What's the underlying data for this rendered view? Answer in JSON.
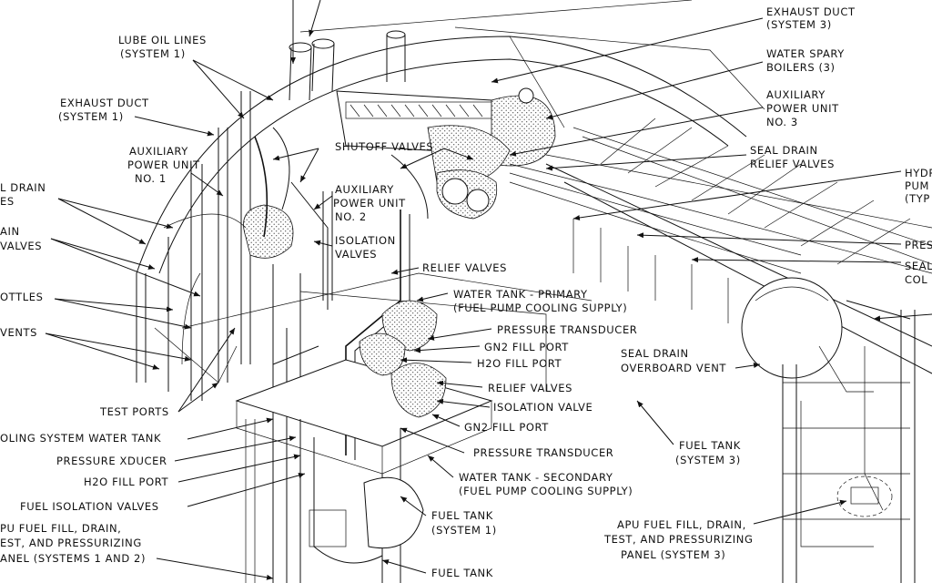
{
  "labels": {
    "lube_oil_lines": [
      "LUBE OIL LINES",
      "(SYSTEM 1)"
    ],
    "exhaust_duct_1": [
      "EXHAUST DUCT",
      "(SYSTEM 1)"
    ],
    "apu_1": [
      "AUXILIARY",
      "POWER UNIT",
      "NO. 1"
    ],
    "fuel_drain_lines_partial": [
      "L DRAIN",
      "ES"
    ],
    "drain_valves_partial": [
      "AIN",
      "VALVES"
    ],
    "bottles_partial": "OTTLES",
    "vents_partial": "VENTS",
    "test_ports": "TEST PORTS",
    "cooling_water_tank_partial": "OLING SYSTEM WATER TANK",
    "pressure_xducer": "PRESSURE XDUCER",
    "h2o_fill_port_left": "H2O FILL PORT",
    "fuel_isolation_valves": "FUEL ISOLATION VALVES",
    "apu_fuel_fill_left": [
      "PU FUEL FILL, DRAIN,",
      "EST, AND PRESSURIZING",
      "ANEL (SYSTEMS 1 AND 2)"
    ],
    "shutoff_valves": "SHUTOFF VALVES",
    "apu_2": [
      "AUXILIARY",
      "POWER UNIT",
      "NO. 2"
    ],
    "isolation_valves": [
      "ISOLATION",
      "VALVES"
    ],
    "relief_valves_top": "RELIEF VALVES",
    "water_tank_primary": [
      "WATER TANK - PRIMARY",
      "(FUEL PUMP COOLING SUPPLY)"
    ],
    "pressure_transducer_1": "PRESSURE TRANSDUCER",
    "gn2_fill_port_1": "GN2 FILL PORT",
    "h2o_fill_port_center": "H2O FILL PORT",
    "relief_valves_mid": "RELIEF VALVES",
    "isolation_valve": "ISOLATION VALVE",
    "gn2_fill_port_2": "GN2 FILL PORT",
    "pressure_transducer_2": "PRESSURE TRANSDUCER",
    "water_tank_secondary": [
      "WATER TANK - SECONDARY",
      "(FUEL PUMP COOLING SUPPLY)"
    ],
    "fuel_tank_1": [
      "FUEL TANK",
      "(SYSTEM 1)"
    ],
    "fuel_tank_bottom": "FUEL TANK",
    "exhaust_duct_3": [
      "EXHAUST DUCT",
      "(SYSTEM 3)"
    ],
    "water_spray_boilers": [
      "WATER SPARY",
      "BOILERS (3)"
    ],
    "apu_3": [
      "AUXILIARY",
      "POWER UNIT",
      "NO. 3"
    ],
    "seal_drain_relief": [
      "SEAL DRAIN",
      "RELIEF VALVES"
    ],
    "hydraulic_pumps_partial": [
      "HYDR",
      "PUM",
      "(TYP"
    ],
    "pres_partial": "PRES",
    "seal_col_partial": [
      "SEAL",
      "COL"
    ],
    "seal_drain_overboard": [
      "SEAL DRAIN",
      "OVERBOARD VENT"
    ],
    "fuel_tank_3": [
      "FUEL TANK",
      "(SYSTEM 3)"
    ],
    "apu_fuel_fill_right": [
      "APU FUEL FILL, DRAIN,",
      "TEST, AND PRESSURIZING",
      "PANEL (SYSTEM 3)"
    ]
  }
}
